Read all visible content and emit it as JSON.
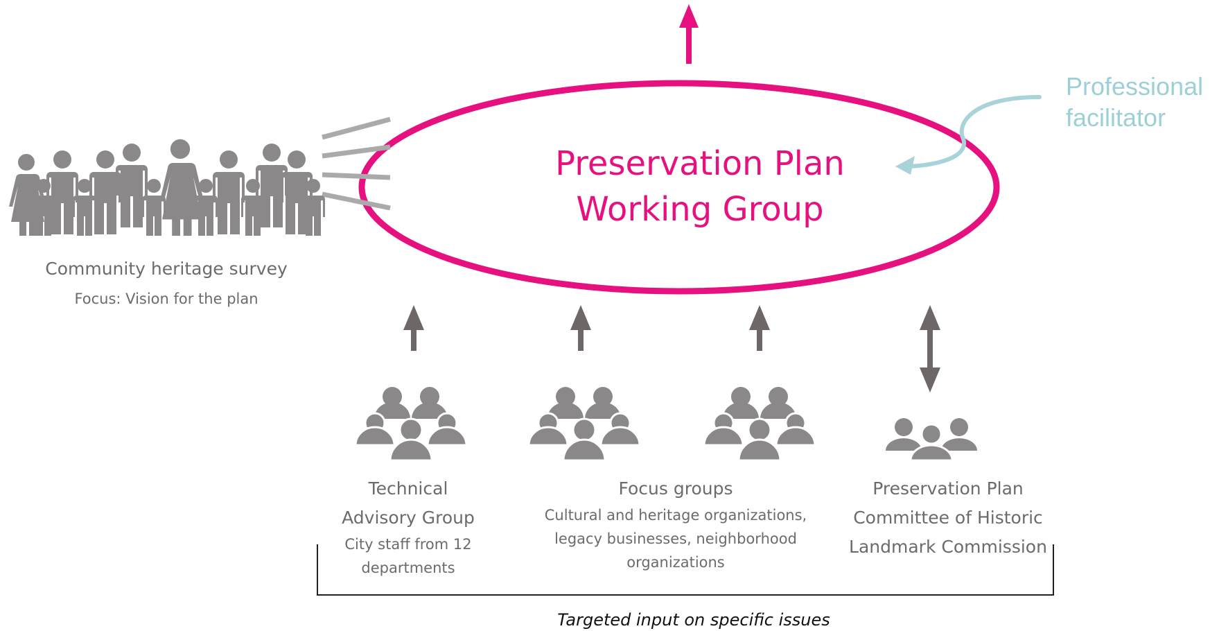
{
  "colors": {
    "accent": "#e6117f",
    "grey_icon": "#8a8888",
    "arrow_grey": "#6e6767",
    "facilitator": "#a7d3d9",
    "text_grey": "#6e6a6a"
  },
  "working_group": {
    "line1": "Preservation Plan",
    "line2": "Working Group"
  },
  "facilitator": {
    "line1": "Professional",
    "line2": "facilitator"
  },
  "community": {
    "icon": "family-crowd-icon",
    "title": "Community heritage survey",
    "subtitle": "Focus: Vision for the plan"
  },
  "groups": [
    {
      "icon": "people-group-icon",
      "title_line1": "Technical",
      "title_line2": "Advisory Group",
      "sub_line1": "City staff from 12",
      "sub_line2": "departments"
    },
    {
      "icon": "people-group-icon",
      "title_line1": "Focus groups",
      "sub_line1": "Cultural and heritage organizations,",
      "sub_line2": "legacy businesses, neighborhood",
      "sub_line3": "organizations"
    },
    {
      "icon": "people-small-group-icon",
      "title_line1": "Preservation Plan",
      "title_line2": "Committee of Historic",
      "title_line3": "Landmark Commission"
    }
  ],
  "footer": "Targeted input on specific issues"
}
